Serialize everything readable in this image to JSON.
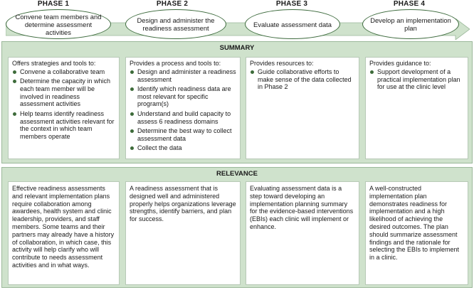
{
  "phases": [
    {
      "header": "PHASE 1",
      "title": "Convene team members and determine assessment activities"
    },
    {
      "header": "PHASE 2",
      "title": "Design and administer the readiness assessment"
    },
    {
      "header": "PHASE 3",
      "title": "Evaluate assessment data"
    },
    {
      "header": "PHASE 4",
      "title": "Develop an implementation plan"
    }
  ],
  "summary": {
    "title": "SUMMARY",
    "cards": [
      {
        "lead": "Offers strategies and tools to:",
        "items": [
          "Convene a collaborative team",
          "Determine the capacity in which each team member will be involved in readiness assessment activities",
          "Help teams identify readiness assessment activities relevant for the context in which team members operate"
        ]
      },
      {
        "lead": "Provides a process and tools to:",
        "items": [
          "Design and administer a readiness assessment",
          "Identify which readiness data are most relevant for specific program(s)",
          "Understand and build capacity to assess 6 readiness domains",
          "Determine the best way to collect assessment data",
          "Collect the data"
        ]
      },
      {
        "lead": "Provides resources to:",
        "items": [
          "Guide collaborative efforts to make sense of the data collected in Phase 2"
        ]
      },
      {
        "lead": "Provides guidance to:",
        "items": [
          "Support development of a practical implementation plan for use at the clinic level"
        ]
      }
    ]
  },
  "relevance": {
    "title": "RELEVANCE",
    "cards": [
      "Effective readiness assessments and relevant implementation plans require collaboration among awardees, health system and clinic leadership, providers, and staff members. Some teams and their partners may already have a history of collaboration, in which case, this activity will help clarify who will contribute to needs assessment activities and in what ways.",
      "A readiness assessment that is designed well and administered properly helps organizations leverage strengths, identify barriers, and plan for success.",
      "Evaluating assessment data is a step toward developing an implementation planning summary for the evidence-based interventions (EBIs) each clinic will implement or enhance.",
      "A well-constructed implementation plan demonstrates readiness for implementation and a high likelihood of achieving the desired outcomes. The plan should summarize assessment findings and the rationale for selecting the EBIs to implement in a clinic."
    ]
  },
  "colors": {
    "panel": "#cfe2cc",
    "accent": "#3e6b3e",
    "bullet": "#3d6b3a"
  }
}
